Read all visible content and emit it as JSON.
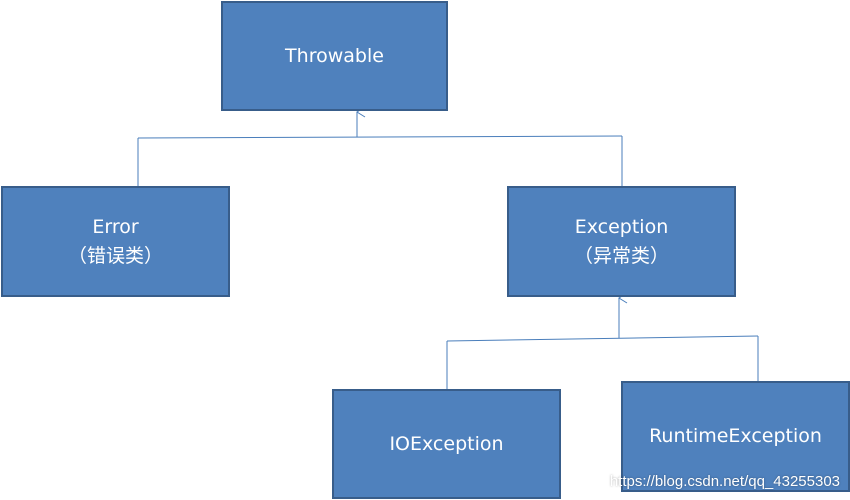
{
  "nodes": {
    "throwable": {
      "line1": "Throwable",
      "line2": ""
    },
    "error": {
      "line1": "Error",
      "line2": "（错误类）"
    },
    "exception": {
      "line1": "Exception",
      "line2": "（异常类）"
    },
    "ioexception": {
      "line1": "IOException",
      "line2": ""
    },
    "runtime": {
      "line1": "RuntimeException",
      "line2": ""
    }
  },
  "watermark": "https://blog.csdn.net/qq_43255303",
  "colors": {
    "box_fill": "#4f81bd",
    "box_border": "#385d8a",
    "connector": "#4a7ebb",
    "text": "#ffffff"
  }
}
